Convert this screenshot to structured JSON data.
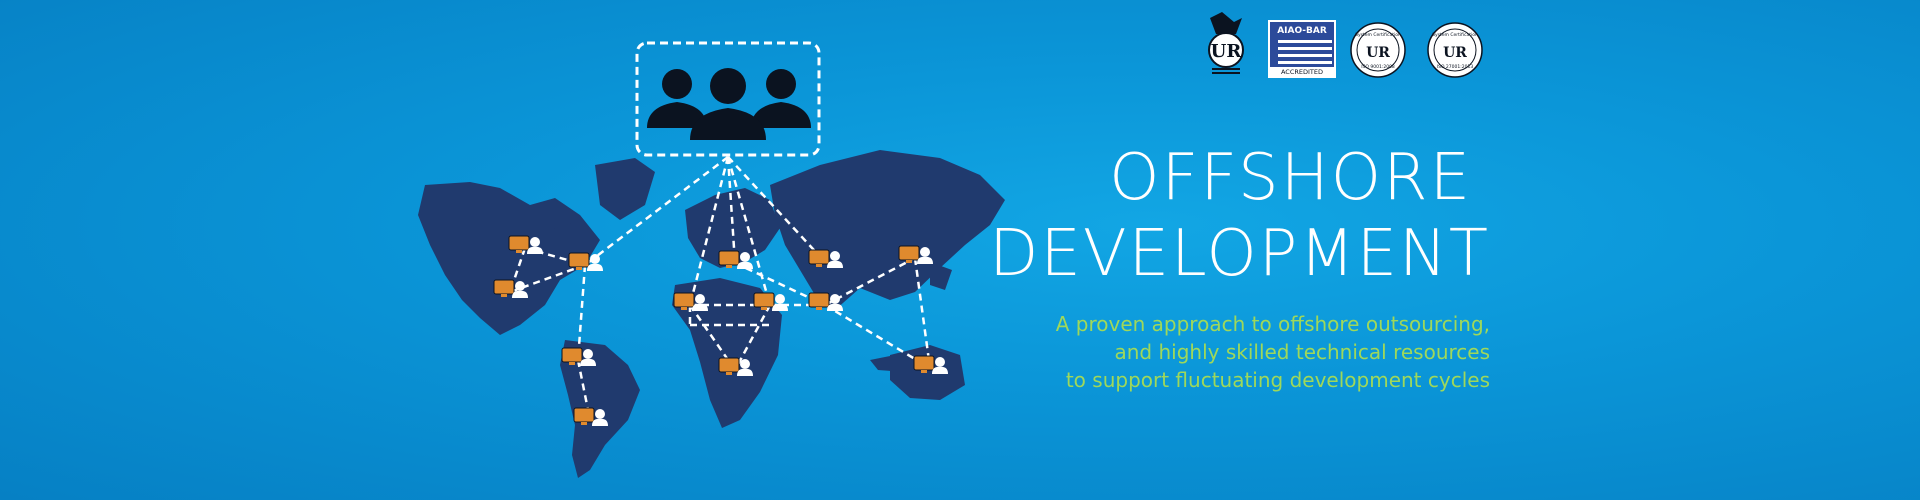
{
  "headline": {
    "line1": "OFFSHORE",
    "line2": "DEVELOPMENT"
  },
  "tagline": [
    "A proven approach to offshore outsourcing,",
    "and highly skilled technical resources",
    "to support fluctuating development cycles"
  ],
  "certifications": [
    {
      "icon": "ur-accredited-logo",
      "text": "UR"
    },
    {
      "icon": "aiao-bar-logo",
      "top": "AIAO-BAR",
      "bottom": "ACCREDITED"
    },
    {
      "icon": "iso-9001-seal",
      "top": "System Certification",
      "mid": "UR",
      "bottom": "ISO 9001:2008"
    },
    {
      "icon": "iso-27001-seal",
      "top": "System Certification",
      "mid": "UR",
      "bottom": "ISO 27001:2013"
    }
  ],
  "colors": {
    "background": "#0b96d8",
    "map": "#203a6e",
    "headline": "#ffffff",
    "tagline": "#9fd85a",
    "computer": "#e08a2e"
  },
  "icons": [
    "team-icon",
    "world-map",
    "computer-user-icon",
    "network-line"
  ]
}
